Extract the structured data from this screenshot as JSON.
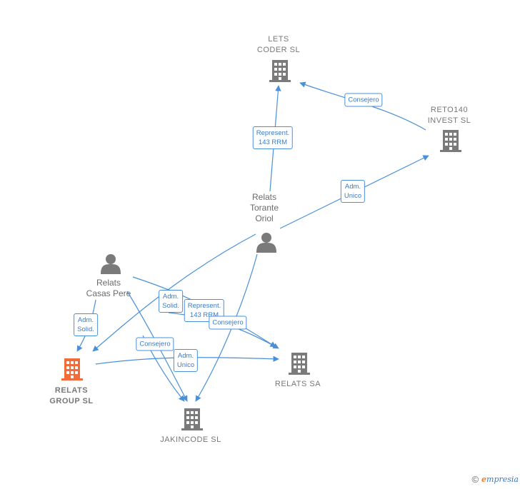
{
  "colors": {
    "edge": "#4a90d9",
    "node": "#7a7a7a",
    "focus": "#f26b3a"
  },
  "nodes": {
    "lets_coder": {
      "label": "LETS\nCODER  SL",
      "icon": "building-icon"
    },
    "reto140": {
      "label": "RETO140\nINVEST  SL",
      "icon": "building-icon"
    },
    "relats_torante": {
      "label": "Relats\nTorante\nOriol",
      "icon": "person-icon"
    },
    "relats_casas": {
      "label": "Relats\nCasas Pere",
      "icon": "person-icon"
    },
    "relats_group": {
      "label": "RELATS\nGROUP  SL",
      "icon": "building-icon"
    },
    "relats_sa": {
      "label": "RELATS SA",
      "icon": "building-icon"
    },
    "jakincode": {
      "label": "JAKINCODE  SL",
      "icon": "building-icon"
    }
  },
  "edge_labels": {
    "represent_lets": "Represent.\n143 RRM",
    "consejero_lets": "Consejero",
    "adm_unico_reto": "Adm.\nUnico",
    "adm_solid_group": "Adm.\nSolid.",
    "adm_solid_casas": "Adm.\nSolid.",
    "represent_casas_sa": "Represent.\n143 RRM",
    "consejero_torante_sa": "Consejero",
    "consejero_casas_jakin": "Consejero",
    "adm_unico_group_sa": "Adm.\nUnico"
  },
  "footer": {
    "copyright": "©",
    "brand_initial": "e",
    "brand_rest": "mpresia"
  }
}
